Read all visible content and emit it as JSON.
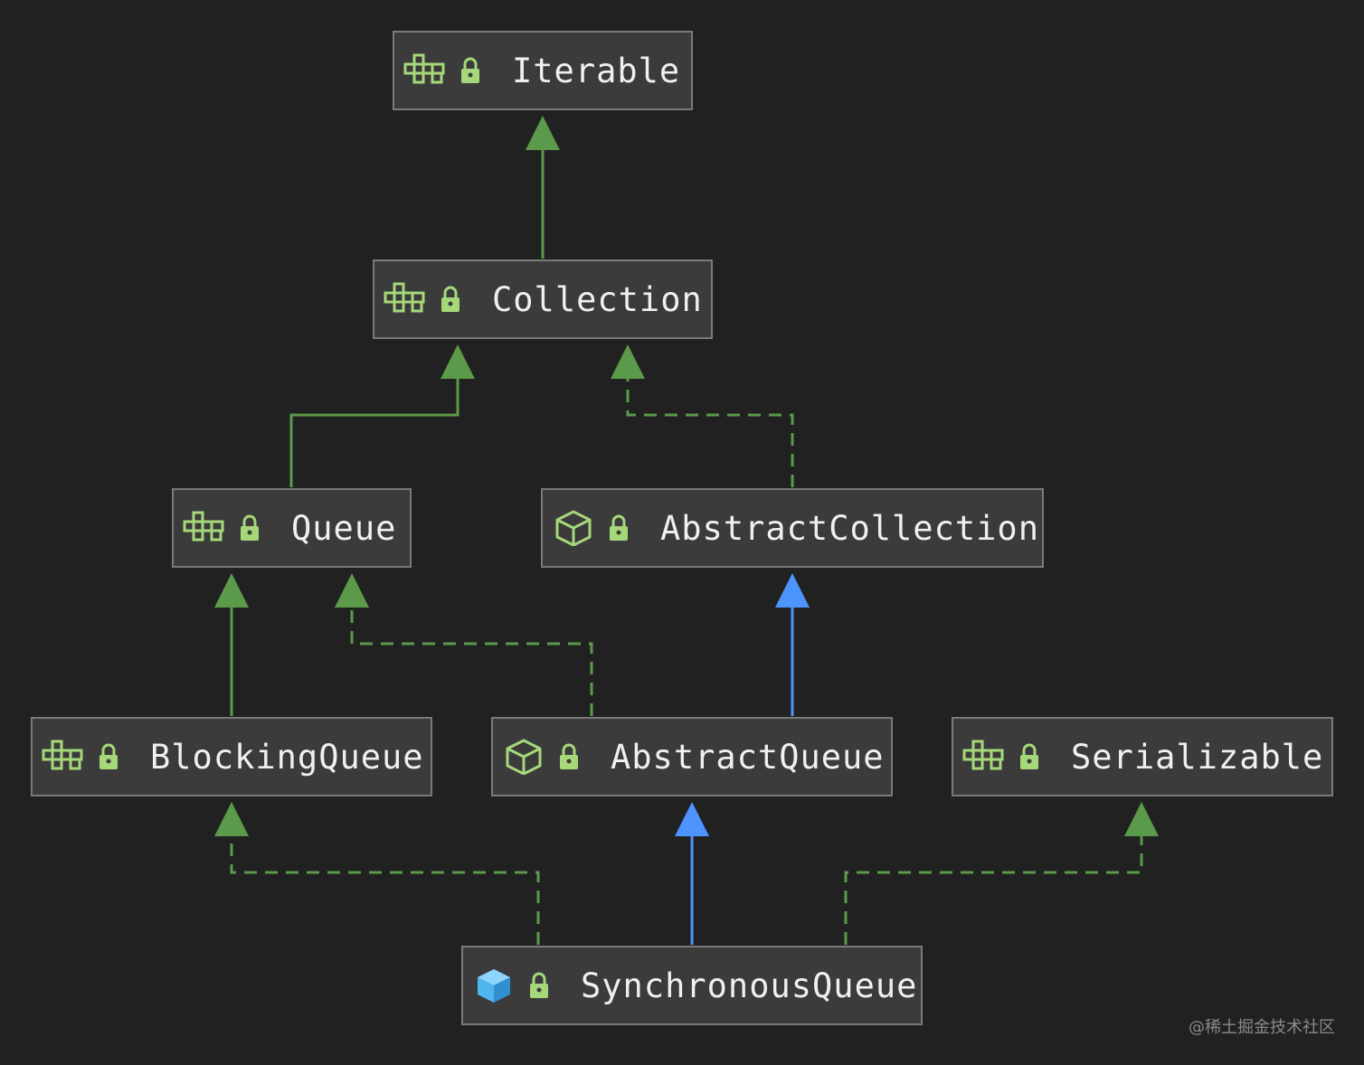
{
  "nodes": {
    "iterable": {
      "label": "Iterable",
      "kind": "interface"
    },
    "collection": {
      "label": "Collection",
      "kind": "interface"
    },
    "queue": {
      "label": "Queue",
      "kind": "interface"
    },
    "abstract_collection": {
      "label": "AbstractCollection",
      "kind": "abstract-class"
    },
    "blocking_queue": {
      "label": "BlockingQueue",
      "kind": "interface"
    },
    "abstract_queue": {
      "label": "AbstractQueue",
      "kind": "abstract-class"
    },
    "serializable": {
      "label": "Serializable",
      "kind": "interface"
    },
    "synchronous_queue": {
      "label": "SynchronousQueue",
      "kind": "class"
    }
  },
  "edges": [
    {
      "from": "Collection",
      "to": "Iterable",
      "relation": "extends",
      "style": "solid",
      "color": "#5a9a4a"
    },
    {
      "from": "Queue",
      "to": "Collection",
      "relation": "extends",
      "style": "solid",
      "color": "#5a9a4a"
    },
    {
      "from": "AbstractCollection",
      "to": "Collection",
      "relation": "implements",
      "style": "dashed",
      "color": "#5a9a4a"
    },
    {
      "from": "BlockingQueue",
      "to": "Queue",
      "relation": "extends",
      "style": "solid",
      "color": "#5a9a4a"
    },
    {
      "from": "AbstractQueue",
      "to": "Queue",
      "relation": "implements",
      "style": "dashed",
      "color": "#5a9a4a"
    },
    {
      "from": "AbstractQueue",
      "to": "AbstractCollection",
      "relation": "extends",
      "style": "solid",
      "color": "#4d94ff"
    },
    {
      "from": "SynchronousQueue",
      "to": "BlockingQueue",
      "relation": "implements",
      "style": "dashed",
      "color": "#5a9a4a"
    },
    {
      "from": "SynchronousQueue",
      "to": "AbstractQueue",
      "relation": "extends",
      "style": "solid",
      "color": "#4d94ff"
    },
    {
      "from": "SynchronousQueue",
      "to": "Serializable",
      "relation": "implements",
      "style": "dashed",
      "color": "#5a9a4a"
    }
  ],
  "colors": {
    "background": "#212121",
    "node_fill": "#3b3b3b",
    "node_border": "#7a7a7a",
    "interface_icon": "#a6d87a",
    "class_icon": "#4fb6f0",
    "lock_icon": "#a6d87a",
    "inherit_line": "#5a9a4a",
    "class_extends_line": "#4d94ff"
  },
  "watermark": "@稀土掘金技术社区"
}
